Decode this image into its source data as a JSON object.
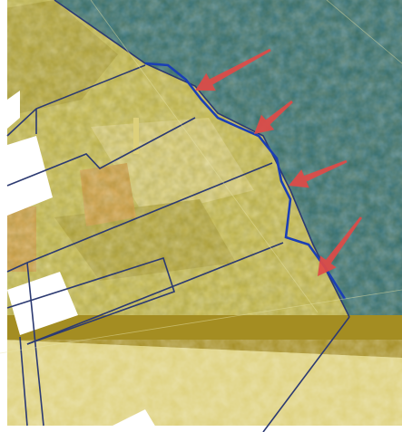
{
  "colors": {
    "background": "#ffffff",
    "water_teal": "#2f6e78",
    "water_teal_light": "#3f8c93",
    "land_yellow": "#cbbf55",
    "land_yellow_dark": "#b8a93f",
    "land_yellow_light": "#ddd07a",
    "field_orange": "#d4a349",
    "band_olive": "#a48d22",
    "parcel_line": "#2c3a72",
    "boundary_blue": "#1b3fb5",
    "arrow_red": "#e04a46",
    "blank_white": "#ffffff"
  },
  "arrows": [
    {
      "name": "arrow-1"
    },
    {
      "name": "arrow-2"
    },
    {
      "name": "arrow-3"
    },
    {
      "name": "arrow-4"
    }
  ]
}
